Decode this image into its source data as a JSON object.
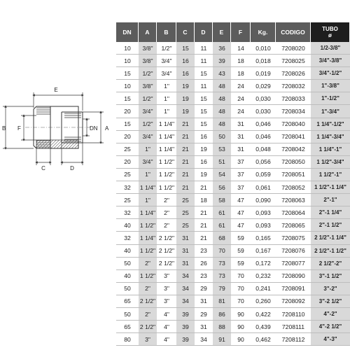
{
  "drawing": {
    "labels": {
      "E": "E",
      "B": "B",
      "F": "F",
      "DN": "DN",
      "A": "A",
      "C": "C",
      "D": "D"
    }
  },
  "table": {
    "headers": [
      "DN",
      "A",
      "B",
      "C",
      "D",
      "E",
      "F",
      "Kg.",
      "CODIGO",
      "TUBO",
      "ø"
    ],
    "rows": [
      [
        "10",
        "3/8\"",
        "1/2\"",
        "15",
        "11",
        "36",
        "14",
        "0,010",
        "7208020",
        "1/2-3/8\""
      ],
      [
        "10",
        "3/8\"",
        "3/4\"",
        "16",
        "11",
        "39",
        "18",
        "0,018",
        "7208025",
        "3/4\"-3/8\""
      ],
      [
        "15",
        "1/2\"",
        "3/4\"",
        "16",
        "15",
        "43",
        "18",
        "0,019",
        "7208026",
        "3/4\"-1/2\""
      ],
      [
        "10",
        "3/8\"",
        "1\"",
        "19",
        "11",
        "48",
        "24",
        "0,029",
        "7208032",
        "1\"-3/8\""
      ],
      [
        "15",
        "1/2\"",
        "1\"",
        "19",
        "15",
        "48",
        "24",
        "0,030",
        "7208033",
        "1\"-1/2\""
      ],
      [
        "20",
        "3/4\"",
        "1\"",
        "19",
        "15",
        "48",
        "24",
        "0,030",
        "7208034",
        "1\"-3/4\""
      ],
      [
        "15",
        "1/2\"",
        "1 1/4\"",
        "21",
        "15",
        "48",
        "31",
        "0,046",
        "7208040",
        "1 1/4\"-1/2\""
      ],
      [
        "20",
        "3/4\"",
        "1 1/4\"",
        "21",
        "16",
        "50",
        "31",
        "0,046",
        "7208041",
        "1 1/4\"-3/4\""
      ],
      [
        "25",
        "1\"",
        "1 1/4\"",
        "21",
        "19",
        "53",
        "31",
        "0,048",
        "7208042",
        "1 1/4\"-1\""
      ],
      [
        "20",
        "3/4\"",
        "1 1/2\"",
        "21",
        "16",
        "51",
        "37",
        "0,056",
        "7208050",
        "1 1/2\"-3/4\""
      ],
      [
        "25",
        "1\"",
        "1 1/2\"",
        "21",
        "19",
        "54",
        "37",
        "0,059",
        "7208051",
        "1 1/2\"-1\""
      ],
      [
        "32",
        "1 1/4\"",
        "1 1/2\"",
        "21",
        "21",
        "56",
        "37",
        "0,061",
        "7208052",
        "1 1/2\"-1 1/4\""
      ],
      [
        "25",
        "1\"",
        "2\"",
        "25",
        "18",
        "58",
        "47",
        "0,090",
        "7208063",
        "2\"-1\""
      ],
      [
        "32",
        "1 1/4\"",
        "2\"",
        "25",
        "21",
        "61",
        "47",
        "0,093",
        "7208064",
        "2\"-1 1/4\""
      ],
      [
        "40",
        "1 1/2\"",
        "2\"",
        "25",
        "21",
        "61",
        "47",
        "0,093",
        "7208065",
        "2\"-1 1/2\""
      ],
      [
        "32",
        "1 1/4\"",
        "2 1/2\"",
        "31",
        "21",
        "68",
        "59",
        "0,165",
        "7208075",
        "2 1/2\"-1 1/4\""
      ],
      [
        "40",
        "1 1/2\"",
        "2 1/2\"",
        "31",
        "23",
        "70",
        "59",
        "0,167",
        "7208076",
        "2 1/2\"-1 1/2\""
      ],
      [
        "50",
        "2\"",
        "2 1/2\"",
        "31",
        "26",
        "73",
        "59",
        "0,172",
        "7208077",
        "2 1/2\"-2\""
      ],
      [
        "40",
        "1 1/2\"",
        "3\"",
        "34",
        "23",
        "73",
        "70",
        "0,232",
        "7208090",
        "3\"-1 1/2\""
      ],
      [
        "50",
        "2\"",
        "3\"",
        "34",
        "29",
        "79",
        "70",
        "0,241",
        "7208091",
        "3\"-2\""
      ],
      [
        "65",
        "2 1/2\"",
        "3\"",
        "34",
        "31",
        "81",
        "70",
        "0,260",
        "7208092",
        "3\"-2 1/2\""
      ],
      [
        "50",
        "2\"",
        "4\"",
        "39",
        "29",
        "86",
        "90",
        "0,422",
        "7208110",
        "4\"-2\""
      ],
      [
        "65",
        "2 1/2\"",
        "4\"",
        "39",
        "31",
        "88",
        "90",
        "0,439",
        "7208111",
        "4\"-2 1/2\""
      ],
      [
        "80",
        "3\"",
        "4\"",
        "39",
        "34",
        "91",
        "90",
        "0,462",
        "7208112",
        "4\"-3\""
      ]
    ]
  }
}
